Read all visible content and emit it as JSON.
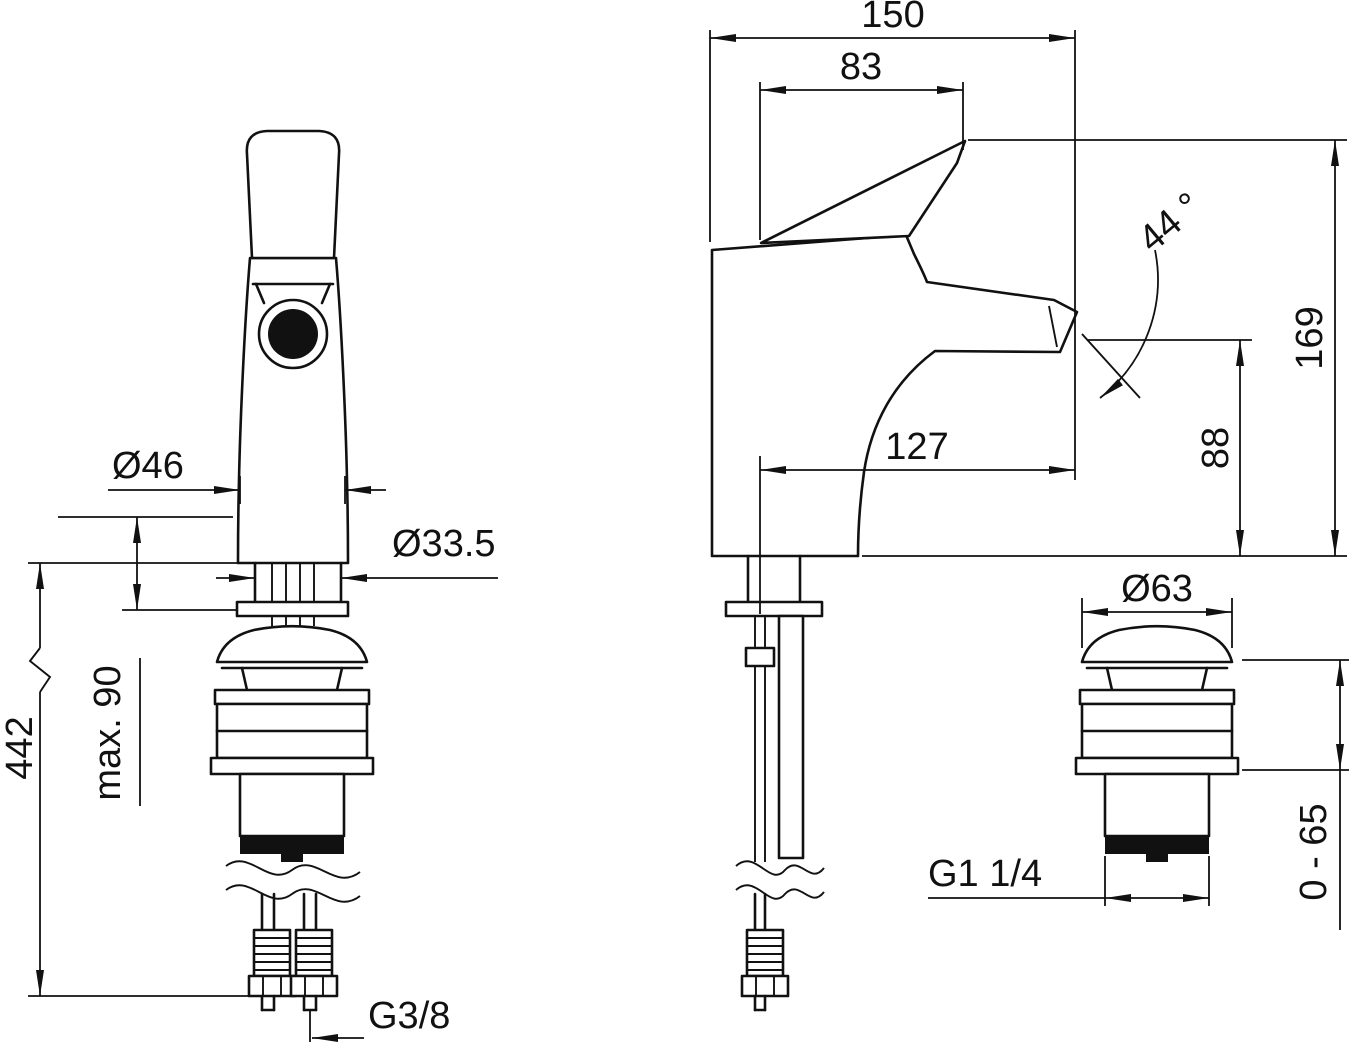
{
  "drawing": {
    "front_view": {
      "dia_body": "Ø46",
      "dia_shank": "Ø33.5",
      "max_deck": "max. 90",
      "total_height": "442",
      "inlet_thread": "G3/8"
    },
    "side_view": {
      "depth_total": "150",
      "handle_reach": "83",
      "swivel_angle": "44 °",
      "height_total": "169",
      "spout_height": "88",
      "spout_reach": "127"
    },
    "drain_view": {
      "dia_cap": "Ø63",
      "drain_thread": "G1 1/4",
      "adjust_range": "0 - 65"
    }
  }
}
